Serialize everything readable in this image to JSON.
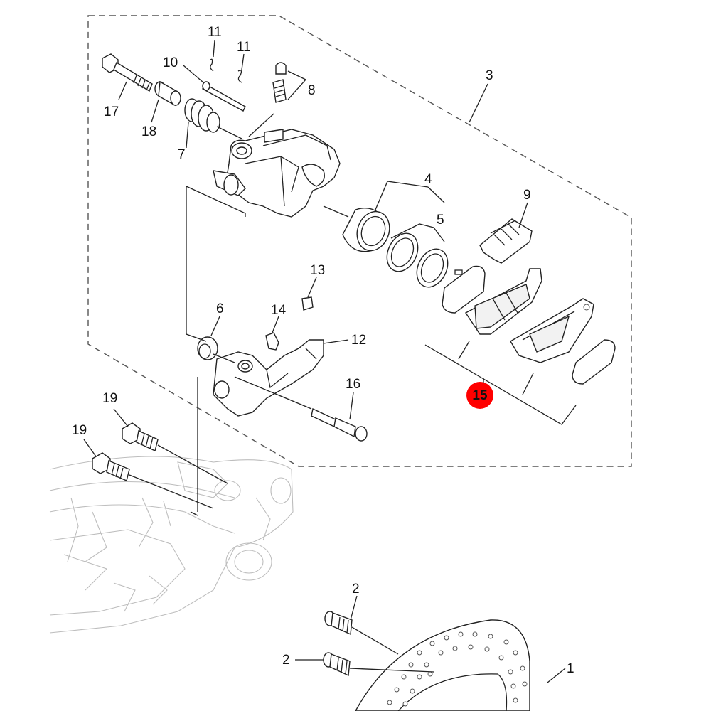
{
  "diagram": {
    "callouts": {
      "c1": "1",
      "c2a": "2",
      "c2b": "2",
      "c3": "3",
      "c4": "4",
      "c5": "5",
      "c6": "6",
      "c7": "7",
      "c8": "8",
      "c9": "9",
      "c10": "10",
      "c11a": "11",
      "c11b": "11",
      "c12": "12",
      "c13": "13",
      "c14": "14",
      "c15": "15",
      "c16": "16",
      "c17": "17",
      "c18": "18",
      "c19a": "19",
      "c19b": "19"
    },
    "highlight": {
      "part": "15",
      "color": "#ff0000"
    }
  }
}
